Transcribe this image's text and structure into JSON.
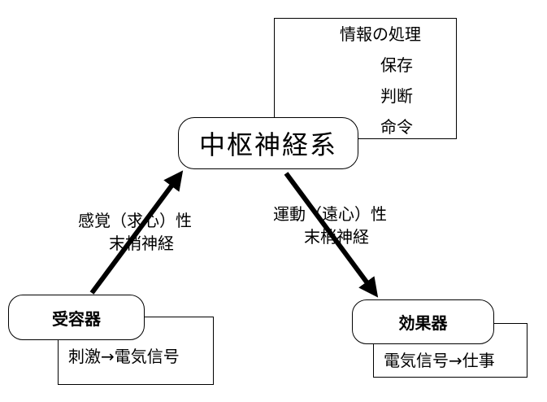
{
  "process_box": {
    "title": "情報の処理",
    "items": [
      "保存",
      "判断",
      "命令"
    ]
  },
  "center": {
    "label": "中枢神経系"
  },
  "afferent": {
    "line1": "感覚（求心）性",
    "line2": "末梢神経"
  },
  "efferent": {
    "line1": "運動（遠心）性",
    "line2": "末梢神経"
  },
  "receptor": {
    "label": "受容器",
    "caption": "刺激→電気信号"
  },
  "effector": {
    "label": "効果器",
    "caption": "電気信号→仕事"
  }
}
